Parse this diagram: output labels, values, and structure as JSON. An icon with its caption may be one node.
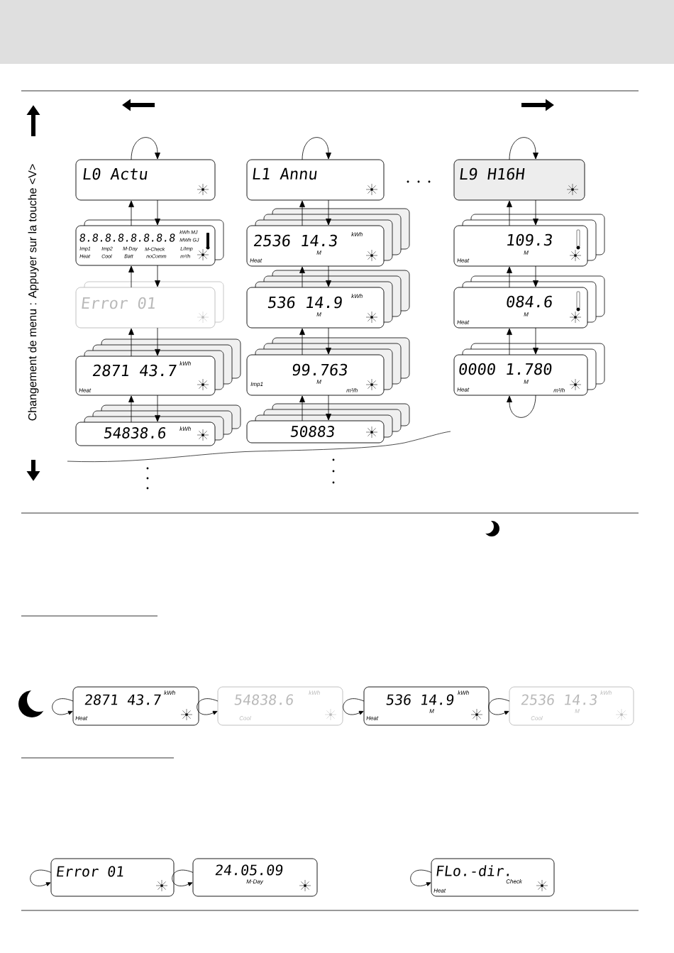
{
  "diagram": {
    "nodes": [
      {
        "text": [
          "L0 Actu"
        ]
      },
      {
        "text": [
          "8.8.8.8.8.8.8.8",
          "kWh MJ",
          "MWh GJ",
          "Imp1",
          "Imp2",
          "M-Day",
          "M-Check",
          "L/Imp",
          "Heat",
          "Cool",
          "Batt",
          "noComm",
          "m³/h"
        ]
      },
      {
        "text": [
          "Error 01"
        ]
      },
      {
        "text": [
          "2871 43.7",
          "kWh",
          "Heat"
        ]
      },
      {
        "text": [
          "54838.6",
          "kWh"
        ]
      },
      {
        "text": [
          "L1 Annu"
        ]
      },
      {
        "text": [
          "2536 14.3",
          "kWh",
          "M",
          "Heat"
        ]
      },
      {
        "text": [
          "536 14.9",
          "kWh",
          "M"
        ]
      },
      {
        "text": [
          "99.763",
          "Imp1",
          "M",
          "m³/h"
        ]
      },
      {
        "text": [
          "50883"
        ]
      },
      {
        "text": [
          "L9 H16H"
        ]
      },
      {
        "text": [
          "109.3",
          "M",
          "Heat"
        ]
      },
      {
        "text": [
          "084.6",
          "M",
          "Heat"
        ]
      },
      {
        "text": [
          "0000 1.780",
          "M",
          "Heat",
          "m³/h"
        ]
      },
      {
        "text": [
          "2871 43.7",
          "kWh",
          "Heat"
        ]
      },
      {
        "text": [
          "54838.6",
          "kWh",
          "Cool"
        ]
      },
      {
        "text": [
          "536 14.9",
          "kWh",
          "M",
          "Heat"
        ]
      },
      {
        "text": [
          "2536 14.3",
          "kWh",
          "M",
          "Cool"
        ]
      },
      {
        "text": [
          "Error 01"
        ]
      },
      {
        "text": [
          "24.05.09",
          "M-Day"
        ]
      },
      {
        "text": [
          "FLo.-dir.",
          "Check",
          "Heat"
        ]
      }
    ],
    "edges": [
      {
        "from": 0,
        "to": 0,
        "arrow": "to"
      },
      {
        "from": 1,
        "to": 0,
        "arrow": "to"
      },
      {
        "from": 0,
        "to": 1,
        "arrow": "to"
      },
      {
        "from": 2,
        "to": 1,
        "arrow": "to"
      },
      {
        "from": 1,
        "to": 2,
        "arrow": "to"
      },
      {
        "from": 3,
        "to": 2,
        "arrow": "to"
      },
      {
        "from": 2,
        "to": 3,
        "arrow": "to"
      },
      {
        "from": 4,
        "to": 3,
        "arrow": "to"
      },
      {
        "from": 3,
        "to": 4,
        "arrow": "to"
      },
      {
        "from": 5,
        "to": 5,
        "arrow": "to"
      },
      {
        "from": 6,
        "to": 5,
        "arrow": "to"
      },
      {
        "from": 5,
        "to": 6,
        "arrow": "to"
      },
      {
        "from": 7,
        "to": 6,
        "arrow": "to"
      },
      {
        "from": 6,
        "to": 7,
        "arrow": "to"
      },
      {
        "from": 8,
        "to": 7,
        "arrow": "to"
      },
      {
        "from": 7,
        "to": 8,
        "arrow": "to"
      },
      {
        "from": 9,
        "to": 8,
        "arrow": "to"
      },
      {
        "from": 8,
        "to": 9,
        "arrow": "to"
      },
      {
        "from": 10,
        "to": 10,
        "arrow": "to"
      },
      {
        "from": 11,
        "to": 10,
        "arrow": "to"
      },
      {
        "from": 10,
        "to": 11,
        "arrow": "to"
      },
      {
        "from": 12,
        "to": 11,
        "arrow": "to"
      },
      {
        "from": 11,
        "to": 12,
        "arrow": "to"
      },
      {
        "from": 13,
        "to": 12,
        "arrow": "to"
      },
      {
        "from": 12,
        "to": 13,
        "arrow": "to"
      },
      {
        "from": 13,
        "to": 13,
        "arrow": "to"
      },
      {
        "from": 14,
        "to": 14,
        "arrow": "to"
      },
      {
        "from": 15,
        "to": 15,
        "arrow": "to"
      },
      {
        "from": 16,
        "to": 16,
        "arrow": "to"
      },
      {
        "from": 17,
        "to": 17,
        "arrow": "to"
      },
      {
        "from": 18,
        "to": 18,
        "arrow": "to"
      },
      {
        "from": 19,
        "to": 19,
        "arrow": "to"
      },
      {
        "from": 20,
        "to": 20,
        "arrow": "to"
      }
    ],
    "labels": [
      "Changement de menu : Appuyer sur la touche <V>"
    ]
  }
}
